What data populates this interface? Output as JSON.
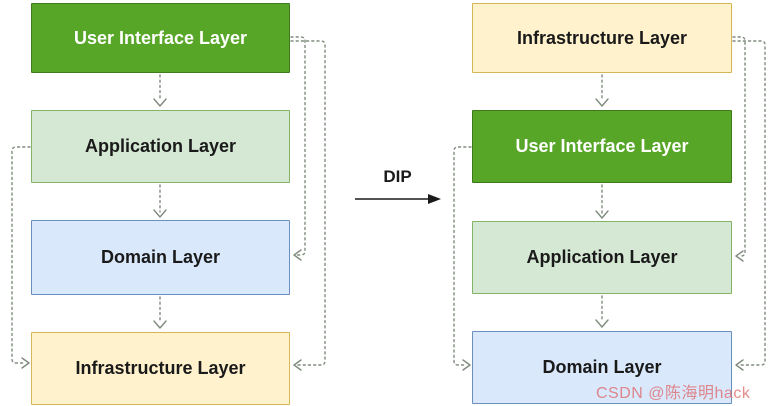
{
  "watermark": {
    "text": "CSDN @陈海明hack",
    "color": "#de6a6a"
  },
  "transform": {
    "label": "DIP"
  },
  "palette": {
    "dark_green_fill": "#58a627",
    "dark_green_border": "#3e7a1c",
    "light_green_fill": "#d5e8d4",
    "light_green_border": "#82b366",
    "blue_fill": "#dae8fc",
    "blue_border": "#6c8ebf",
    "yellow_fill": "#fff2cc",
    "yellow_border": "#d6b656",
    "connector_color": "#7f8b7d",
    "dip_arrow_color": "#1a1a1a",
    "text_dark": "#1a1a1a",
    "text_light": "#ffffff"
  },
  "left_diagram": {
    "layers": [
      {
        "label": "User Interface Layer",
        "variant": "dark-green"
      },
      {
        "label": "Application Layer",
        "variant": "light-green"
      },
      {
        "label": "Domain Layer",
        "variant": "blue"
      },
      {
        "label": "Infrastructure Layer",
        "variant": "yellow"
      }
    ],
    "connections": [
      {
        "from": "User Interface Layer",
        "to": "Application Layer",
        "style": "dotted"
      },
      {
        "from": "Application Layer",
        "to": "Domain Layer",
        "style": "dotted"
      },
      {
        "from": "Domain Layer",
        "to": "Infrastructure Layer",
        "style": "dotted"
      },
      {
        "from": "User Interface Layer",
        "to": "Domain Layer",
        "style": "dotted-elbow-right"
      },
      {
        "from": "User Interface Layer",
        "to": "Infrastructure Layer",
        "style": "dotted-elbow-right"
      },
      {
        "from": "Application Layer",
        "to": "Infrastructure Layer",
        "style": "dotted-elbow-left"
      }
    ]
  },
  "right_diagram": {
    "layers": [
      {
        "label": "Infrastructure Layer",
        "variant": "yellow"
      },
      {
        "label": "User Interface Layer",
        "variant": "dark-green"
      },
      {
        "label": "Application Layer",
        "variant": "light-green"
      },
      {
        "label": "Domain Layer",
        "variant": "blue"
      }
    ],
    "connections": [
      {
        "from": "Infrastructure Layer",
        "to": "User Interface Layer",
        "style": "dotted"
      },
      {
        "from": "User Interface Layer",
        "to": "Application Layer",
        "style": "dotted"
      },
      {
        "from": "Application Layer",
        "to": "Domain Layer",
        "style": "dotted"
      },
      {
        "from": "Infrastructure Layer",
        "to": "Application Layer",
        "style": "dotted-elbow-right"
      },
      {
        "from": "Infrastructure Layer",
        "to": "Domain Layer",
        "style": "dotted-elbow-right"
      },
      {
        "from": "User Interface Layer",
        "to": "Domain Layer",
        "style": "dotted-elbow-left"
      }
    ]
  }
}
